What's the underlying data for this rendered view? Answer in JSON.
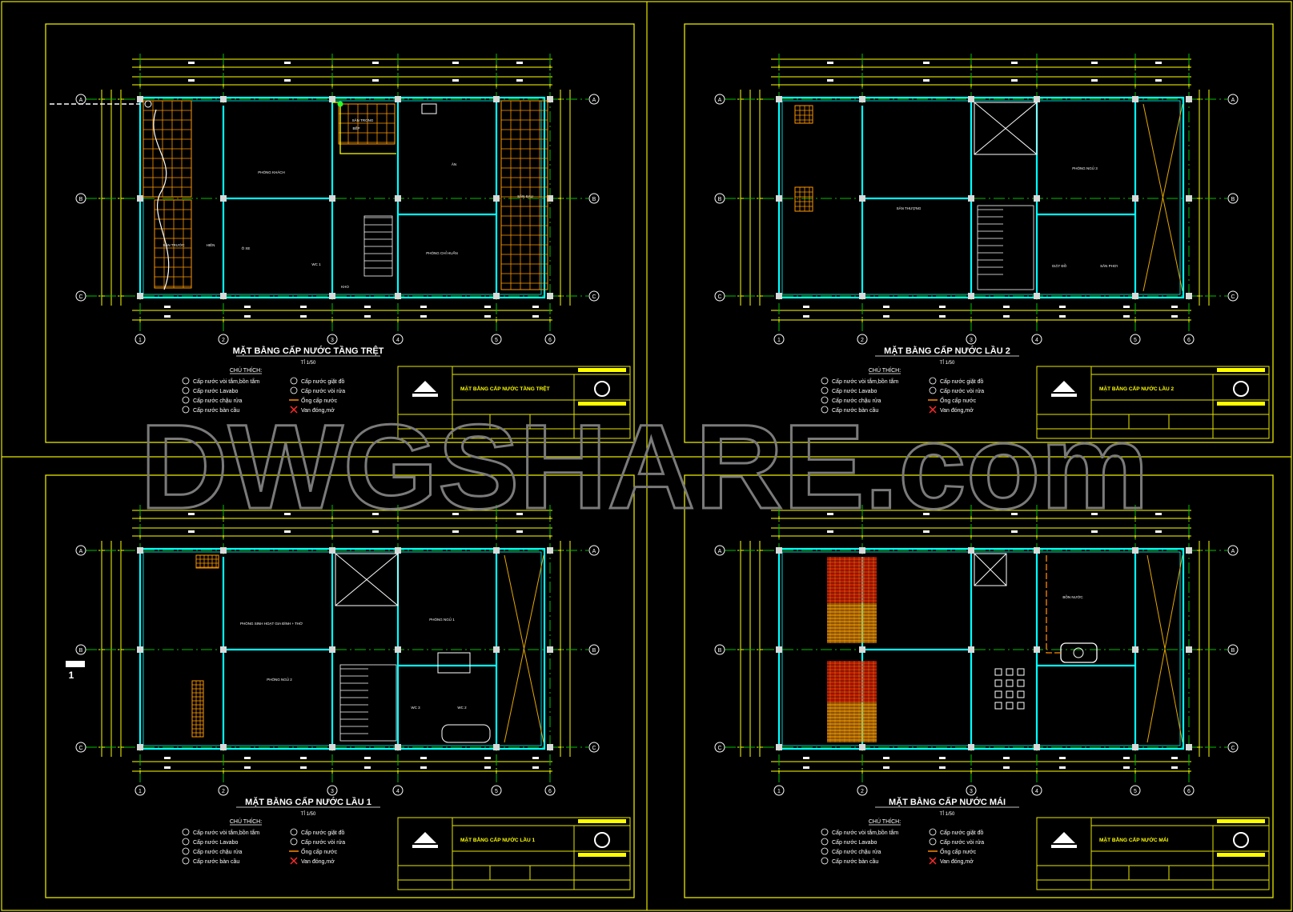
{
  "watermark": "DWGSHARE.com",
  "sheets": [
    {
      "id": "tang-tret",
      "title": "MẶT BẰNG CẤP NƯỚC TẦNG TRỆT",
      "scale": "TỈ 1/50",
      "titleblock_name": "MẶT BẰNG CẤP NƯỚC TẦNG TRỆT",
      "legend_heading": "CHÚ THÍCH:",
      "rooms": [
        "PHÒNG KHÁCH",
        "BẾP",
        "ĂN",
        "SÂN TRƯỚC",
        "PHÒNG CHỈ HUẤN",
        "SÂN SAU",
        "HIÊN",
        "Ô XE",
        "WC 1",
        "SÂN TRONG",
        "KHO"
      ]
    },
    {
      "id": "lau-2",
      "title": "MẶT BẰNG CẤP NƯỚC LẦU 2",
      "scale": "TỈ 1/50",
      "titleblock_name": "MẶT BẰNG CẤP NƯỚC LẦU 2",
      "legend_heading": "CHÚ THÍCH:",
      "rooms": [
        "SÂN THƯỢNG",
        "PHÒNG NGỦ 3",
        "GIẶT ĐỒ",
        "SÂN PHƠI"
      ]
    },
    {
      "id": "lau-1",
      "title": "MẶT BẰNG CẤP NƯỚC LẦU 1",
      "scale": "TỈ 1/50",
      "titleblock_name": "MẶT BẰNG CẤP NƯỚC LẦU 1",
      "legend_heading": "CHÚ THÍCH:",
      "rooms": [
        "PHÒNG SINH HOẠT GIA ĐÌNH + THỜ",
        "PHÒNG NGỦ 1",
        "PHÒNG NGỦ 2",
        "WC 3",
        "WC 2"
      ]
    },
    {
      "id": "mai",
      "title": "MẶT BẰNG CẤP NƯỚC MÁI",
      "scale": "TỈ 1/50",
      "titleblock_name": "MẶT BẰNG CẤP NƯỚC MÁI",
      "legend_heading": "CHÚ THÍCH:",
      "rooms": [
        "BỒN NƯỚC"
      ]
    }
  ],
  "legend_items": [
    {
      "symbol": "cấp-tắm",
      "label": "Cấp nước vòi tắm,bồn tắm"
    },
    {
      "symbol": "cấp-lavabo",
      "label": "Cấp nước Lavabo"
    },
    {
      "symbol": "cấp-chậu",
      "label": "Cấp nước chậu rửa"
    },
    {
      "symbol": "cấp-bàn-cầu",
      "label": "Cấp nước bàn cầu"
    },
    {
      "symbol": "cấp-giặt",
      "label": "Cấp nước giặt đồ"
    },
    {
      "symbol": "cấp-vòi",
      "label": "Cấp nước vòi rửa"
    },
    {
      "symbol": "ống-cấp",
      "label": "Ống cấp nước"
    },
    {
      "symbol": "van",
      "label": "Van đóng,mở"
    }
  ],
  "grid_axes_x": [
    "1",
    "2",
    "3",
    "4",
    "5",
    "6"
  ],
  "grid_axes_y": [
    "A",
    "B",
    "C"
  ],
  "section_mark": "1",
  "colors": {
    "background": "#000000",
    "frame": "#e6e600",
    "wall": "#00ffff",
    "grid": "#00c000",
    "dims": "#ffff00",
    "text": "#ffffff",
    "hatch_orange": "#ff9900",
    "hatch_red": "#ff2a00",
    "watermark": "#7a7a7a"
  }
}
